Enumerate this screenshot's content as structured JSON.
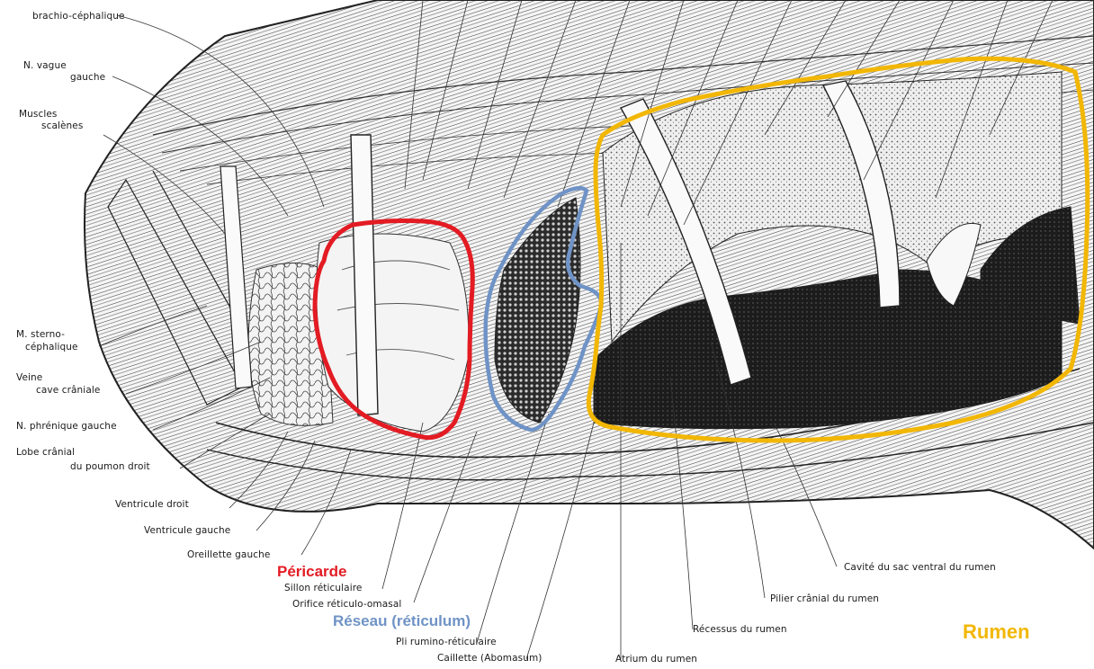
{
  "colors": {
    "pericarde": "#e31b23",
    "reseau": "#6f93c6",
    "rumen": "#f2b705",
    "ink": "#1a1a1a"
  },
  "left_labels": {
    "brachio": "brachio-céphalique",
    "vague1": "N. vague",
    "vague2": "gauche",
    "scalenes1": "Muscles",
    "scalenes2": "scalènes",
    "sterno1": "M. sterno-",
    "sterno2": "céphalique",
    "veine1": "Veine",
    "veine2": "cave crâniale",
    "phrenique": "N. phrénique gauche",
    "lobe1": "Lobe crânial",
    "lobe2": "du poumon droit",
    "ventricule_droit": "Ventricule droit",
    "ventricule_gauche": "Ventricule gauche",
    "oreillette": "Oreillette gauche"
  },
  "bottom_labels": {
    "sillon": "Sillon réticulaire",
    "orifice": "Orifice réticulo-omasal",
    "pli": "Pli rumino-réticulaire",
    "caillette": "Caillette (Abomasum)",
    "atrium": "Atrium du rumen",
    "recessus": "Récessus du rumen",
    "pilier": "Pilier crânial du rumen",
    "cavite": "Cavité du sac ventral du rumen"
  },
  "highlights": {
    "pericarde": "Péricarde",
    "reseau": "Réseau (réticulum)",
    "rumen": "Rumen"
  }
}
